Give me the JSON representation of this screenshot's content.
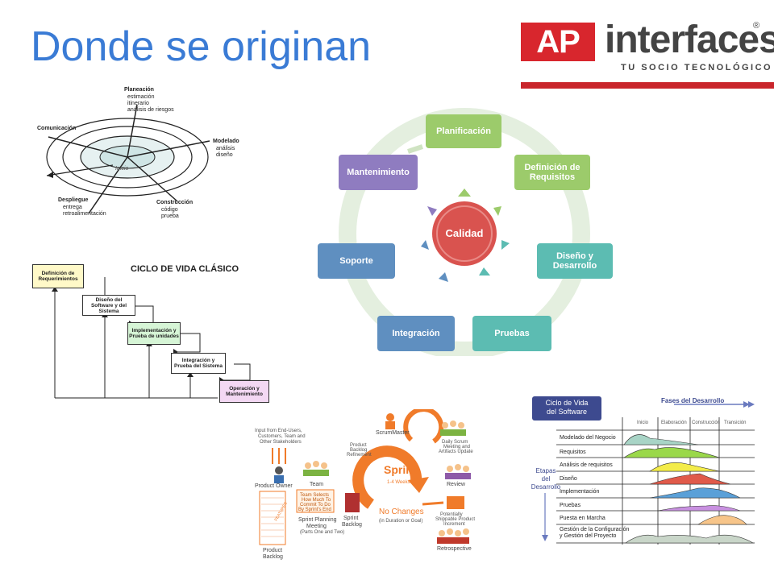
{
  "slide": {
    "title": "Donde se originan"
  },
  "logo": {
    "mark": "AP",
    "word": "interfaces",
    "reg": "®",
    "tagline": "TU SOCIO TECNOLÓGICO",
    "brand_color": "#d8262d"
  },
  "spiral": {
    "planeacion": "Planeación",
    "planeacion_items": [
      "estimación",
      "itinerario",
      "análisis de riesgos"
    ],
    "comunicacion": "Comunicación",
    "modelado": "Modelado",
    "modelado_items": [
      "análisis",
      "diseño"
    ],
    "despliegue": "Despliegue",
    "despliegue_items": [
      "entrega",
      "retroalimentación"
    ],
    "construccion": "Construcción",
    "construccion_items": [
      "código",
      "prueba"
    ],
    "inicio": "Inicio"
  },
  "waterfall": {
    "title": "CICLO DE VIDA CLÁSICO",
    "boxes": [
      "Definición de Requerimientos",
      "Diseño del Software y del Sistema",
      "Implementación y Prueba de unidades",
      "Integración y Prueba del Sistema",
      "Operación y Mantenimiento"
    ]
  },
  "cycle": {
    "center": "Calidad",
    "stages": {
      "planificacion": "Planificación",
      "definicion": "Definición de Requisitos",
      "diseno": "Diseño y Desarrollo",
      "pruebas": "Pruebas",
      "integracion": "Integración",
      "soporte": "Soporte",
      "mantenimiento": "Mantenimiento"
    },
    "colors": {
      "green": "#9ccb6b",
      "teal": "#5cbcb2",
      "blue": "#5f8fc0",
      "purple": "#8f7cc0",
      "center": "#d9534f"
    }
  },
  "scrum": {
    "input": [
      "Input from End-Users,",
      "Customers, Team and",
      "Other Stakeholders"
    ],
    "product_owner": "Product Owner",
    "team": "Team",
    "team_selects": [
      "Team Selects",
      "How Much To",
      "Commit To Do",
      "By Sprint's End"
    ],
    "scrum_master": "ScrumMaster",
    "refinement": [
      "Product",
      "Backlog",
      "Refinement"
    ],
    "daily": [
      "Daily Scrum",
      "Meeting and",
      "Artifacts Update"
    ],
    "sprint": "Sprint",
    "sprint_weeks": "1-4 Weeks",
    "review": "Review",
    "planning": [
      "Sprint Planning",
      "Meeting"
    ],
    "planning_parts": "(Parts One and Two)",
    "sprint_backlog": [
      "Sprint",
      "Backlog"
    ],
    "no_changes": "No Changes",
    "no_changes_sub": "(in Duration or Goal)",
    "increment": [
      "Potentially",
      "Shippable Product",
      "Increment"
    ],
    "retrospective": "Retrospective",
    "product_backlog": [
      "Product",
      "Backlog"
    ],
    "features": "FEATURES"
  },
  "sdlc": {
    "box": [
      "Ciclo de Vida",
      "del Software"
    ],
    "fases": "Fases del Desarrollo",
    "phases": [
      "Inicio",
      "Elaboración",
      "Construcción",
      "Transición"
    ],
    "etapas": [
      "Etapas",
      "del",
      "Desarrollo"
    ],
    "rows": [
      "Modelado del Negocio",
      "Requisitos",
      "Análisis de requisitos",
      "Diseño",
      "Implementación",
      "Pruebas",
      "Puesta en Marcha",
      "Gestión de la Configuración",
      "y Gestión del Proyecto"
    ]
  }
}
